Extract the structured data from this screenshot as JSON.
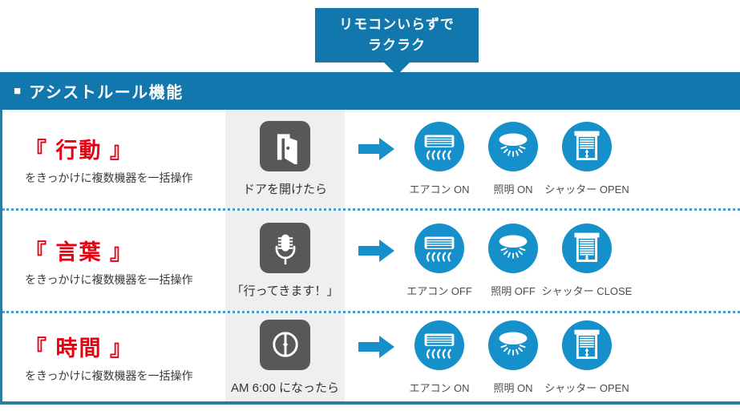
{
  "callout": {
    "line1": "リモコンいらずで",
    "line2": "ラクラク"
  },
  "header": {
    "bullet": "■",
    "title": "アシストルール機能"
  },
  "rows": [
    {
      "title": "『 行動 』",
      "subtitle": "をきっかけに複数機器を一括操作",
      "trigger": {
        "icon": "door-open-icon",
        "caption": "ドアを開けたら"
      },
      "devices": [
        {
          "icon": "aircon-icon",
          "label": "エアコン ON"
        },
        {
          "icon": "ceiling-light-icon",
          "label": "照明 ON"
        },
        {
          "icon": "shutter-open-icon",
          "label": "シャッター OPEN"
        }
      ]
    },
    {
      "title": "『 言葉 』",
      "subtitle": "をきっかけに複数機器を一括操作",
      "trigger": {
        "icon": "microphone-icon",
        "caption": "「行ってきます！」"
      },
      "devices": [
        {
          "icon": "aircon-icon",
          "label": "エアコン OFF"
        },
        {
          "icon": "ceiling-light-icon",
          "label": "照明 OFF"
        },
        {
          "icon": "shutter-close-icon",
          "label": "シャッター CLOSE"
        }
      ]
    },
    {
      "title": "『 時間 』",
      "subtitle": "をきっかけに複数機器を一括操作",
      "trigger": {
        "icon": "clock-icon",
        "caption": "AM 6:00 になったら"
      },
      "devices": [
        {
          "icon": "aircon-icon",
          "label": "エアコン ON"
        },
        {
          "icon": "ceiling-light-icon",
          "label": "照明 ON"
        },
        {
          "icon": "shutter-open-icon",
          "label": "シャッター OPEN"
        }
      ]
    }
  ],
  "colors": {
    "brand_blue": "#1177ad",
    "icon_blue": "#1590ca",
    "border_teal": "#2b7e9b",
    "separator_blue": "#4a9cc4",
    "tile_gray": "#595757",
    "strip_gray": "#efefef",
    "accent_red": "#e50012"
  }
}
